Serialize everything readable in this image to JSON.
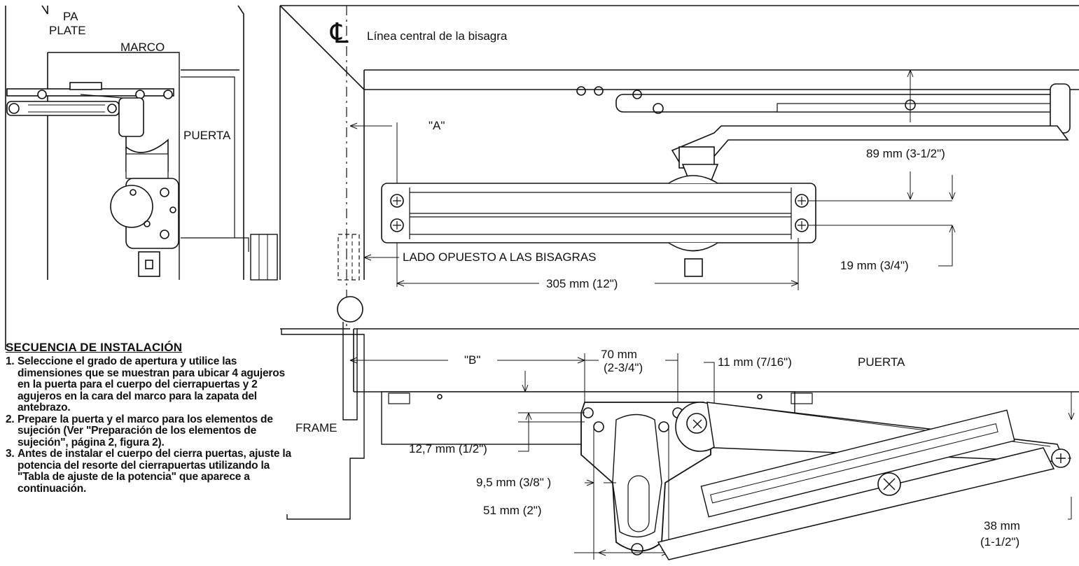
{
  "labels": {
    "pa_plate_1": "PA",
    "pa_plate_2": "PLATE",
    "marco": "MARCO",
    "puerta_left": "PUERTA",
    "centerline_symbol": "℄",
    "centerline": "Línea central de la bisagra",
    "dim_a": "\"A\"",
    "dim_89": "89 mm (3-1/2\")",
    "dim_19": "19 mm (3/4\")",
    "lado_opuesto": "LADO OPUESTO A LAS BISAGRAS",
    "dim_305": "305 mm (12\")",
    "dim_b": "\"B\"",
    "dim_70_1": "70 mm",
    "dim_70_2": "(2-3/4\")",
    "dim_11": "11 mm (7/16\")",
    "puerta_right": "PUERTA",
    "frame": "FRAME",
    "dim_12_7": "12,7 mm (1/2\")",
    "dim_9_5": "9,5 mm (3/8\" )",
    "dim_51": "51 mm (2\")",
    "dim_38_1": "38 mm",
    "dim_38_2": "(1-1/2\")"
  },
  "installation": {
    "title": "SECUENCIA DE INSTALACIÓN",
    "steps": [
      {
        "num": "1.",
        "text": "Seleccione el grado de apertura y utilice las dimensiones que se muestran para ubicar 4 agujeros en la puerta para el cuerpo del cierrapuertas y 2 agujeros en la cara del marco para la zapata del antebrazo."
      },
      {
        "num": "2.",
        "text": "Prepare la puerta y el marco para los elementos de sujeción (Ver \"Preparación de los elementos de sujeción\", página 2, figura 2)."
      },
      {
        "num": "3.",
        "text": "Antes de instalar el cuerpo del cierra puertas, ajuste la potencia del resorte del cierrapuertas utilizando la \"Tabla de ajuste de la potencia\" que aparece a continuación."
      }
    ]
  },
  "colors": {
    "line": "#111111",
    "fill": "#ffffff",
    "shade": "#d9d9d9"
  }
}
